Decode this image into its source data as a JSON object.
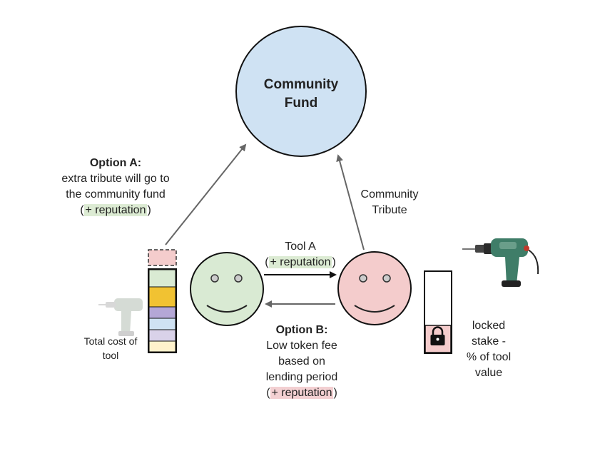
{
  "fund": {
    "line1": "Community",
    "line2": "Fund"
  },
  "option_a": {
    "title": "Option A:",
    "line1": "extra tribute will go to",
    "line2": "the community fund",
    "reputation": "+ reputation"
  },
  "community_tribute": {
    "line1": "Community",
    "line2": "Tribute"
  },
  "tool_a": {
    "label": "Tool A",
    "reputation": "+ reputation"
  },
  "option_b": {
    "title": "Option B:",
    "line1": "Low token fee",
    "line2": "based on",
    "line3": "lending period",
    "reputation": "+ reputation"
  },
  "total_cost": {
    "line1": "Total cost of",
    "line2": "tool"
  },
  "locked_stake": {
    "line1": "locked",
    "line2": "stake -",
    "line3": "% of tool",
    "line4": "value"
  },
  "icons": [
    "drill-icon",
    "lock-icon",
    "smiley-face"
  ],
  "colors": {
    "fund": "#cfe2f3",
    "borrower": "#d9ead3",
    "lender": "#f4cccc",
    "highlight_green": "#dcebd3",
    "highlight_pink": "#f3d0d2",
    "stack": [
      "#d9ead3",
      "#f1c232",
      "#b4a7d6",
      "#cfe2f3",
      "#d9d2e9",
      "#fff2cc"
    ]
  }
}
